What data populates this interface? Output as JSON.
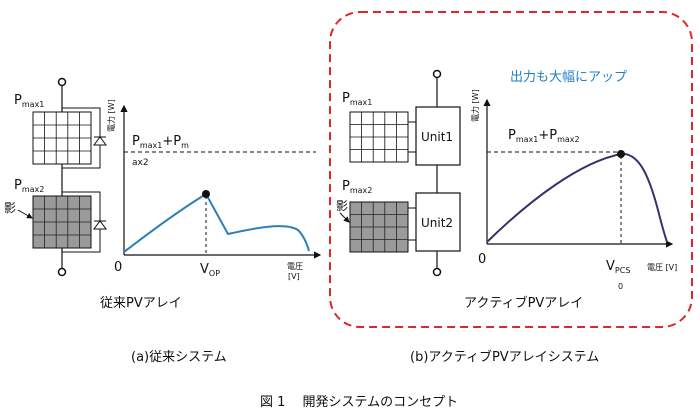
{
  "left": {
    "pmax1": "P",
    "pmax1_sub": "max1",
    "pmax2": "P",
    "pmax2_sub": "max2",
    "shadow_label": "影",
    "y_axis_label": "電力 [W]",
    "sum_label_main": "P",
    "sum_label_sub1": "max1",
    "sum_label_plus": "+P",
    "sum_label_sub2": "m",
    "sum_label_wrap": "ax2",
    "origin": "0",
    "vop_main": "V",
    "vop_sub": "OP",
    "x_axis_label_line1": "電圧",
    "x_axis_label_line2": "[V]",
    "caption_array": "従来PVアレイ",
    "caption_system": "(a)従来システム"
  },
  "right": {
    "highlight": "出力も大幅にアップ",
    "pmax1": "P",
    "pmax1_sub": "max1",
    "pmax2": "P",
    "pmax2_sub": "max2",
    "shadow_label": "影",
    "unit1": "Unit1",
    "unit2": "Unit2",
    "y_axis_label": "電力 [W]",
    "sum_label_main": "P",
    "sum_label_sub1": "max1",
    "sum_label_plus": "+P",
    "sum_label_sub2": "max2",
    "origin": "0",
    "vpcs_main": "V",
    "vpcs_sub": "PCS",
    "vpcs_wrap": "0",
    "x_axis_label": "電圧 [V]",
    "caption_array": "アクティブPVアレイ",
    "caption_system": "(b)アクティブPVアレイシステム"
  },
  "figure_caption": "図 1　 開発システムのコンセプト",
  "colors": {
    "curve_left": "#2e7fb8",
    "curve_right": "#3b2f6e",
    "dashed_border": "#e0262a",
    "highlight": "#1f7fc8",
    "shaded_panel": "#9a9a9a"
  }
}
